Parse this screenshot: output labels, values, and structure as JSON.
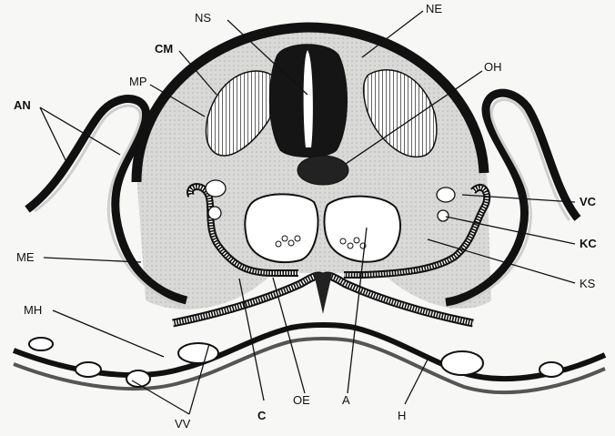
{
  "labels": {
    "NS": "NS",
    "NE": "NE",
    "CM": "CM",
    "MP": "MP",
    "OH": "OH",
    "AN": "AN",
    "ME": "ME",
    "MH": "MH",
    "VC": "VC",
    "KC": "KC",
    "KS": "KS",
    "C": "C",
    "OE": "OE",
    "A": "A",
    "H": "H",
    "VV": "VV"
  },
  "colors": {
    "ink": "#111111",
    "tissue": "#dcdcda",
    "background": "#f7f7f6",
    "light": "#ffffff",
    "mid": "#9a9a98"
  }
}
